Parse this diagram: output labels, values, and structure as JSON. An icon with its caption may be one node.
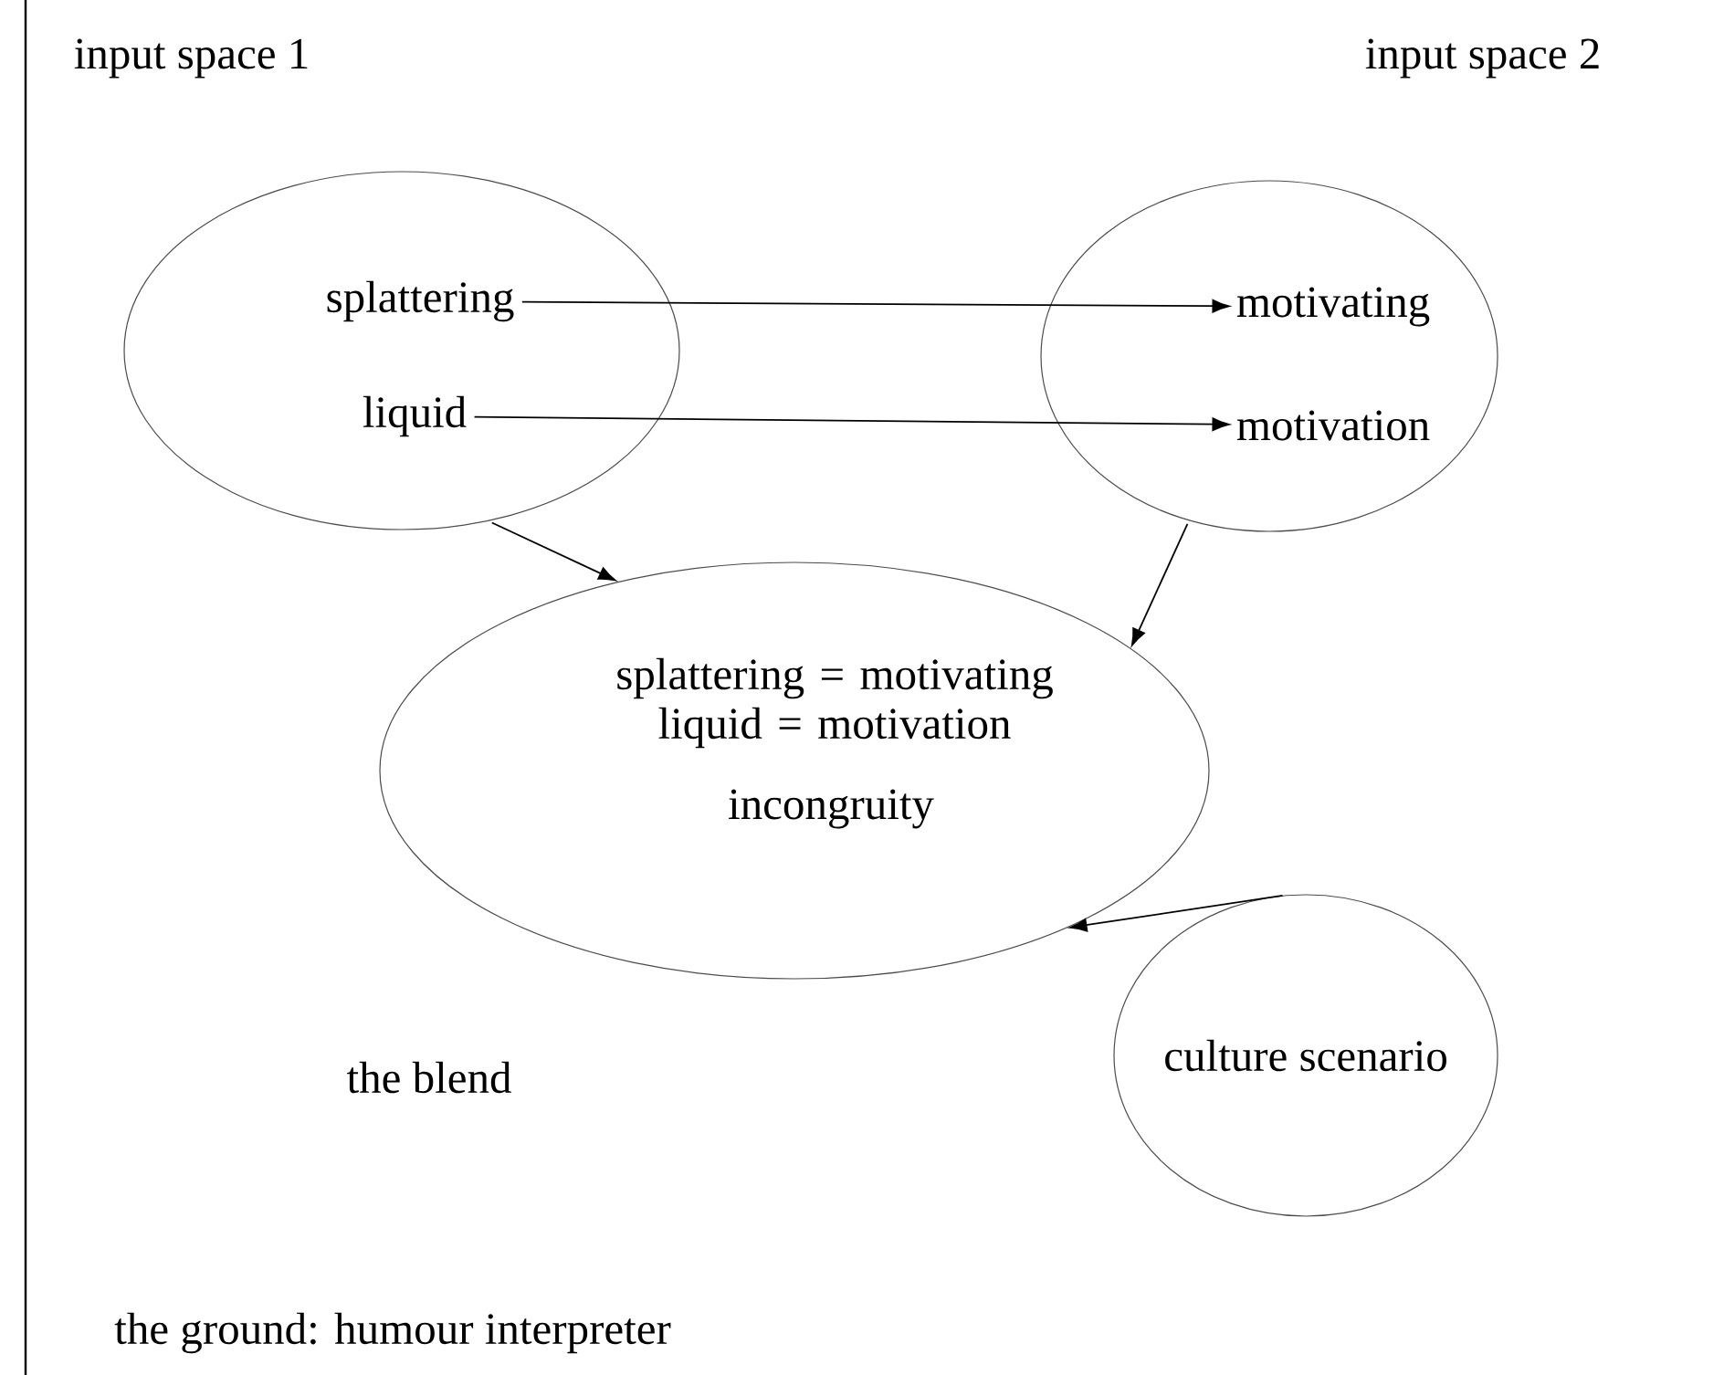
{
  "diagram": {
    "nodes": [
      {
        "text": [
          "input space 1"
        ]
      },
      {
        "text": [
          "splattering"
        ],
        "in": 0
      },
      {
        "text": [
          "liquid"
        ],
        "in": 0
      },
      {
        "text": [
          "input space 2"
        ]
      },
      {
        "text": [
          "motivating"
        ],
        "in": 3
      },
      {
        "text": [
          "motivation"
        ],
        "in": 3
      },
      {
        "text": [
          "splattering = motivating liquid = motivation",
          "incongruity"
        ]
      },
      {
        "text": [
          "culture scenario"
        ]
      }
    ],
    "edges": [
      {
        "from": 1,
        "to": 4,
        "arrow": "to"
      },
      {
        "from": 2,
        "to": 5,
        "arrow": "to"
      },
      {
        "from": 0,
        "to": 6,
        "arrow": "to"
      },
      {
        "from": 3,
        "to": 6,
        "arrow": "to"
      },
      {
        "from": 7,
        "to": 6,
        "arrow": "to"
      }
    ],
    "labels": [
      "the blend",
      "the ground: humour interpreter"
    ]
  }
}
